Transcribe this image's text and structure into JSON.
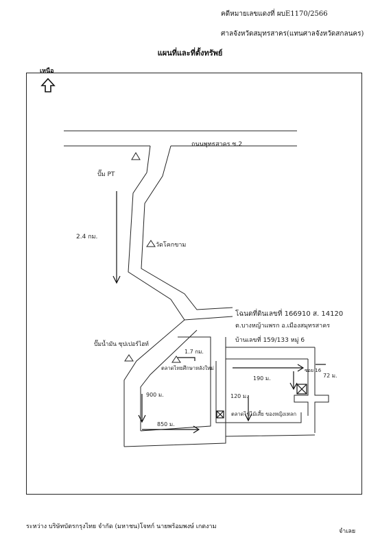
{
  "header": {
    "case_number": "คดีหมายเลขแดงที่ ผบE1170/2566",
    "court": "ศาลจังหวัดสมุทรสาคร(แทนศาลจังหวัดสกลนคร)",
    "title": "แผนที่และที่ตั้งทรัพย์"
  },
  "north": {
    "label": "เหนือ",
    "icon": "north-arrow-icon"
  },
  "map": {
    "road_main": "ถนนพุทธสาคร ซ.2",
    "landmarks": {
      "pt": "ปั๊ม PT",
      "temple": "วัดโคกขาม",
      "supermarket": "ปั๊มน้ำมัน ซุปเปอร์ไฮท์",
      "housing": "ตลาดไทยศึกษาหลังใหม่",
      "market": "ตลาดไข่ไม้เสี้ย ของหญิงเหลก"
    },
    "distances": {
      "d1": "2.4 กม.",
      "d2": "1.7 กม.",
      "d3": "900 ม.",
      "d4": "850 ม.",
      "d5": "190 ม.",
      "d6": "120 ม.",
      "d7": "72 ม."
    },
    "property": {
      "line1": "โฉนดที่ดินเลขที่ 166910 ส. 14120",
      "line2": "ต.บางหญ้าแพรก อ.เมืองสมุทรสาคร",
      "line3": "บ้านเลขที่ 159/133 หมู่ 6",
      "soi": "ซอย 16"
    }
  },
  "footer": {
    "parties": "ระหว่าง บริษัทบัตรกรุงไทย จำกัด (มหาชน)โจทก์   นายพร้อมพงษ์ เกตงาม",
    "role": "จำเลย"
  }
}
